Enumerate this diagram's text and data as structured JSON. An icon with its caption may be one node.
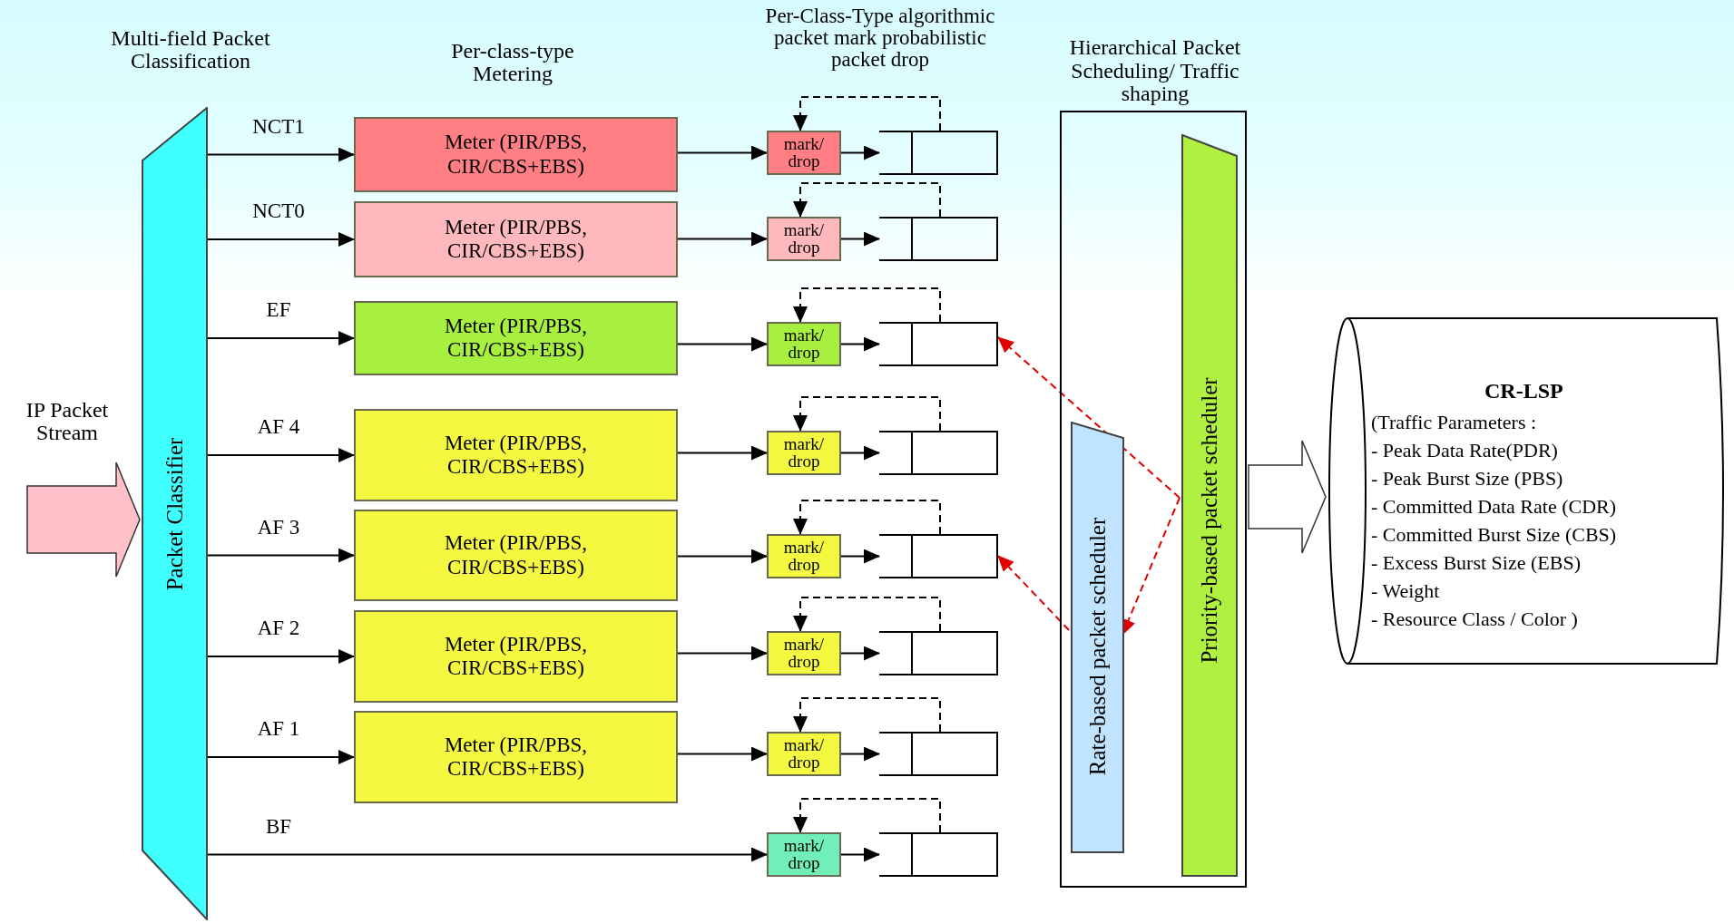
{
  "diagram": {
    "nodes": [
      {
        "text": [
          "Packet Classifier"
        ]
      },
      {
        "text": [
          "Meter (PIR/PBS, CIR/CBS+EBS)"
        ]
      },
      {
        "text": [
          "Meter (PIR/PBS, CIR/CBS+EBS)"
        ]
      },
      {
        "text": [
          "Meter (PIR/PBS, CIR/CBS+EBS)"
        ]
      },
      {
        "text": [
          "Meter (PIR/PBS, CIR/CBS+EBS)"
        ]
      },
      {
        "text": [
          "Meter (PIR/PBS, CIR/CBS+EBS)"
        ]
      },
      {
        "text": [
          "Meter (PIR/PBS, CIR/CBS+EBS)"
        ]
      },
      {
        "text": [
          "Meter (PIR/PBS, CIR/CBS+EBS)"
        ]
      },
      {
        "text": [
          "mark/ drop"
        ]
      },
      {
        "text": [
          "mark/ drop"
        ]
      },
      {
        "text": [
          "mark/ drop"
        ]
      },
      {
        "text": [
          "mark/ drop"
        ]
      },
      {
        "text": [
          "mark/ drop"
        ]
      },
      {
        "text": [
          "mark/ drop"
        ]
      },
      {
        "text": [
          "mark/ drop"
        ]
      },
      {
        "text": [
          "mark/ drop"
        ]
      },
      {
        "text": [],
        "shape": "box"
      },
      {
        "text": [],
        "shape": "box"
      },
      {
        "text": [],
        "shape": "box"
      },
      {
        "text": [],
        "shape": "box"
      },
      {
        "text": [],
        "shape": "box"
      },
      {
        "text": [],
        "shape": "box"
      },
      {
        "text": [],
        "shape": "box"
      },
      {
        "text": [],
        "shape": "box"
      },
      {
        "text": [
          "Hierarchical Packet Scheduling/ Traffic shaping"
        ]
      },
      {
        "text": [
          "Rate-based packet scheduler"
        ],
        "in": 24
      },
      {
        "text": [
          "Priority-based packet scheduler"
        ],
        "in": 24
      },
      {
        "text": [
          "CR-LSP",
          "(Traffic Parameters :",
          "- Peak Data Rate(PDR)",
          "- Peak Burst Size (PBS)",
          "- Committed Data Rate (CDR)",
          "- Committed Burst Size (CBS)",
          "- Excess Burst Size (EBS)",
          "- Weight",
          "- Resource Class / Color )"
        ]
      }
    ],
    "edges": [
      {
        "from": null,
        "to": 0,
        "arrow": "to",
        "style": "thick",
        "color": "#ffc0c8"
      },
      {
        "from": 0,
        "to": 1,
        "arrow": "to",
        "label": "NCT1"
      },
      {
        "from": 0,
        "to": 2,
        "arrow": "to",
        "label": "NCT0"
      },
      {
        "from": 0,
        "to": 3,
        "arrow": "to",
        "label": "EF"
      },
      {
        "from": 0,
        "to": 4,
        "arrow": "to",
        "label": "AF 4"
      },
      {
        "from": 0,
        "to": 5,
        "arrow": "to",
        "label": "AF 3"
      },
      {
        "from": 0,
        "to": 6,
        "arrow": "to",
        "label": "AF 2"
      },
      {
        "from": 0,
        "to": 7,
        "arrow": "to",
        "label": "AF 1"
      },
      {
        "from": 0,
        "to": 15,
        "arrow": "to",
        "label": "BF"
      },
      {
        "from": 1,
        "to": 8,
        "arrow": "to"
      },
      {
        "from": 2,
        "to": 9,
        "arrow": "to"
      },
      {
        "from": 3,
        "to": 10,
        "arrow": "to"
      },
      {
        "from": 4,
        "to": 11,
        "arrow": "to"
      },
      {
        "from": 5,
        "to": 12,
        "arrow": "to"
      },
      {
        "from": 6,
        "to": 13,
        "arrow": "to"
      },
      {
        "from": 7,
        "to": 14,
        "arrow": "to"
      },
      {
        "from": 8,
        "to": 16,
        "arrow": "to"
      },
      {
        "from": 9,
        "to": 17,
        "arrow": "to"
      },
      {
        "from": 10,
        "to": 18,
        "arrow": "to"
      },
      {
        "from": 11,
        "to": 19,
        "arrow": "to"
      },
      {
        "from": 12,
        "to": 20,
        "arrow": "to"
      },
      {
        "from": 13,
        "to": 21,
        "arrow": "to"
      },
      {
        "from": 14,
        "to": 22,
        "arrow": "to"
      },
      {
        "from": 15,
        "to": 23,
        "arrow": "to"
      },
      {
        "from": 16,
        "to": 8,
        "arrow": "to",
        "style": "dashed"
      },
      {
        "from": 17,
        "to": 9,
        "arrow": "to",
        "style": "dashed"
      },
      {
        "from": 18,
        "to": 10,
        "arrow": "to",
        "style": "dashed"
      },
      {
        "from": 19,
        "to": 11,
        "arrow": "to",
        "style": "dashed"
      },
      {
        "from": 20,
        "to": 12,
        "arrow": "to",
        "style": "dashed"
      },
      {
        "from": 21,
        "to": 13,
        "arrow": "to",
        "style": "dashed"
      },
      {
        "from": 22,
        "to": 14,
        "arrow": "to",
        "style": "dashed"
      },
      {
        "from": 23,
        "to": 15,
        "arrow": "to",
        "style": "dashed"
      },
      {
        "from": 26,
        "to": 18,
        "arrow": "to",
        "style": "dashed",
        "color": "#e00000"
      },
      {
        "from": 26,
        "to": 25,
        "arrow": "to",
        "style": "dashed",
        "color": "#e00000"
      },
      {
        "from": 25,
        "to": 20,
        "arrow": "to",
        "style": "dashed",
        "color": "#e00000"
      },
      {
        "from": 24,
        "to": 27,
        "arrow": "to",
        "style": "thick"
      }
    ],
    "labels": [
      "Multi-field Packet Classification",
      "Per-class-type Metering",
      "Per-Class-Type algorithmic packet mark probabilistic packet drop",
      "IP Packet Stream"
    ]
  }
}
